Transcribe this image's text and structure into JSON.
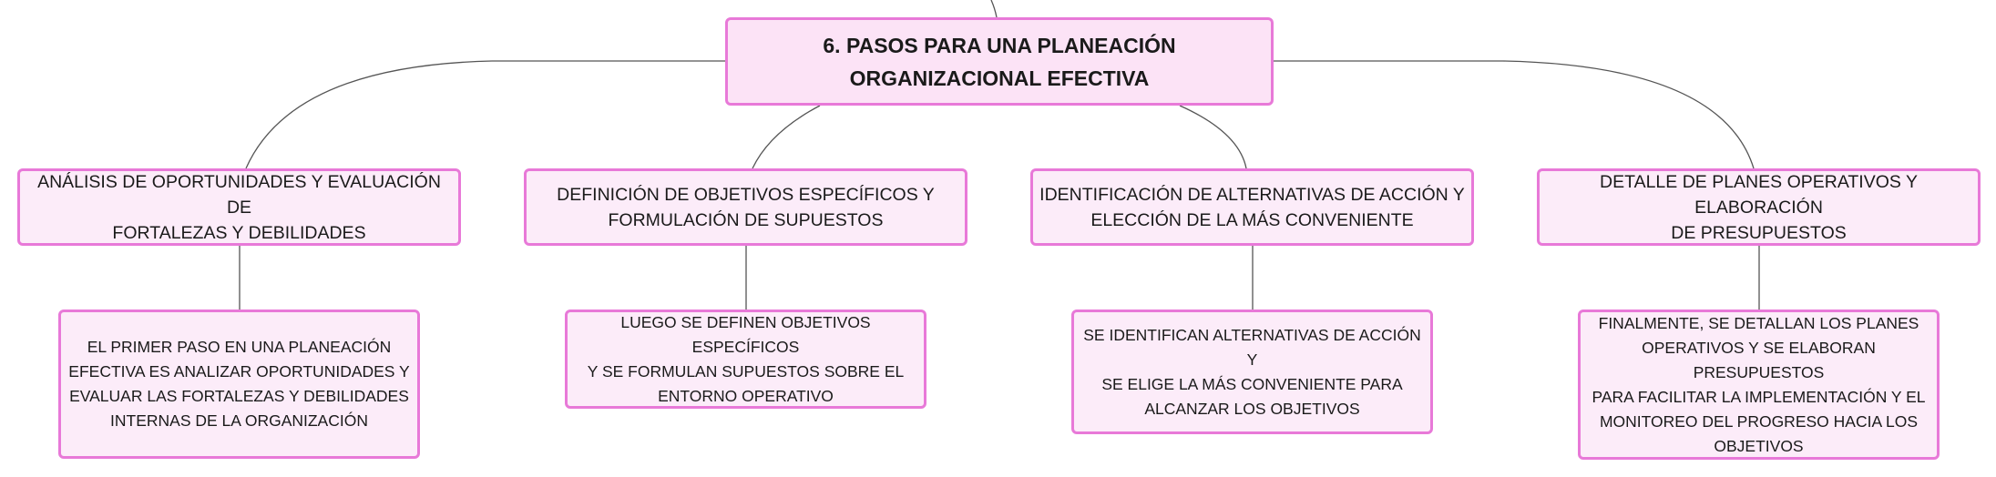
{
  "colors": {
    "node_border": "#e879d8",
    "root_fill": "#fce3f6",
    "node_fill": "#fcecf9",
    "connector": "#555555"
  },
  "root": {
    "text": "6. PASOS PARA UNA PLANEACIÓN\nORGANIZACIONAL EFECTIVA"
  },
  "branches": [
    {
      "text": "ANÁLISIS DE OPORTUNIDADES Y EVALUACIÓN DE\nFORTALEZAS Y DEBILIDADES",
      "detail": "EL PRIMER PASO EN UNA PLANEACIÓN\nEFECTIVA ES ANALIZAR OPORTUNIDADES Y\nEVALUAR LAS FORTALEZAS Y DEBILIDADES\nINTERNAS DE LA ORGANIZACIÓN"
    },
    {
      "text": "DEFINICIÓN DE OBJETIVOS ESPECÍFICOS Y\nFORMULACIÓN DE SUPUESTOS",
      "detail": "LUEGO SE DEFINEN OBJETIVOS ESPECÍFICOS\nY SE FORMULAN SUPUESTOS SOBRE EL\nENTORNO OPERATIVO"
    },
    {
      "text": "IDENTIFICACIÓN DE ALTERNATIVAS DE ACCIÓN Y\nELECCIÓN DE LA MÁS CONVENIENTE",
      "detail": "SE IDENTIFICAN ALTERNATIVAS DE ACCIÓN Y\nSE ELIGE LA MÁS CONVENIENTE PARA\nALCANZAR LOS OBJETIVOS"
    },
    {
      "text": "DETALLE DE PLANES OPERATIVOS Y ELABORACIÓN\nDE PRESUPUESTOS",
      "detail": "FINALMENTE, SE DETALLAN LOS PLANES\nOPERATIVOS Y SE ELABORAN PRESUPUESTOS\nPARA FACILITAR LA IMPLEMENTACIÓN Y EL\nMONITOREO DEL PROGRESO HACIA LOS\nOBJETIVOS"
    }
  ]
}
